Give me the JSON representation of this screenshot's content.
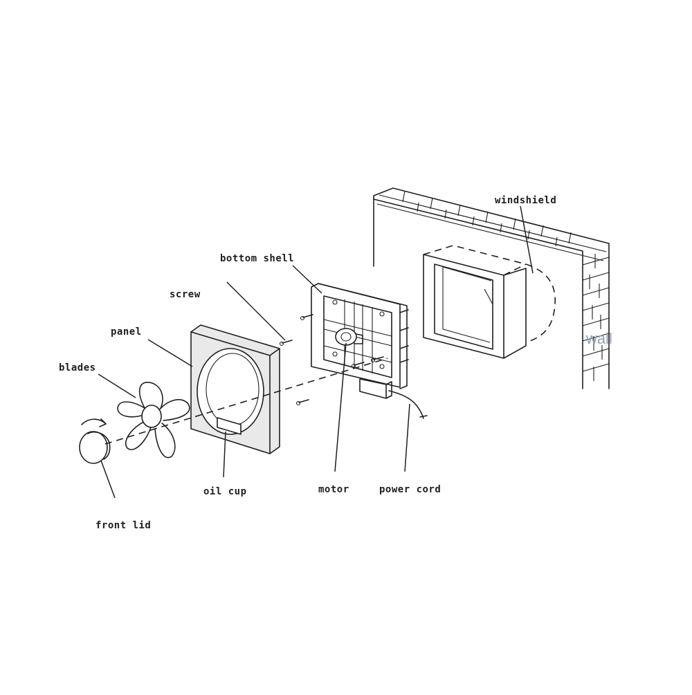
{
  "labels": {
    "windshield": "windshield",
    "bottom_shell": "bottom shell",
    "screw": "screw",
    "panel": "panel",
    "blades": "blades",
    "oil_cup": "oil cup",
    "motor": "motor",
    "power_cord": "power cord",
    "front_lid": "front lid",
    "wall": "wall"
  }
}
